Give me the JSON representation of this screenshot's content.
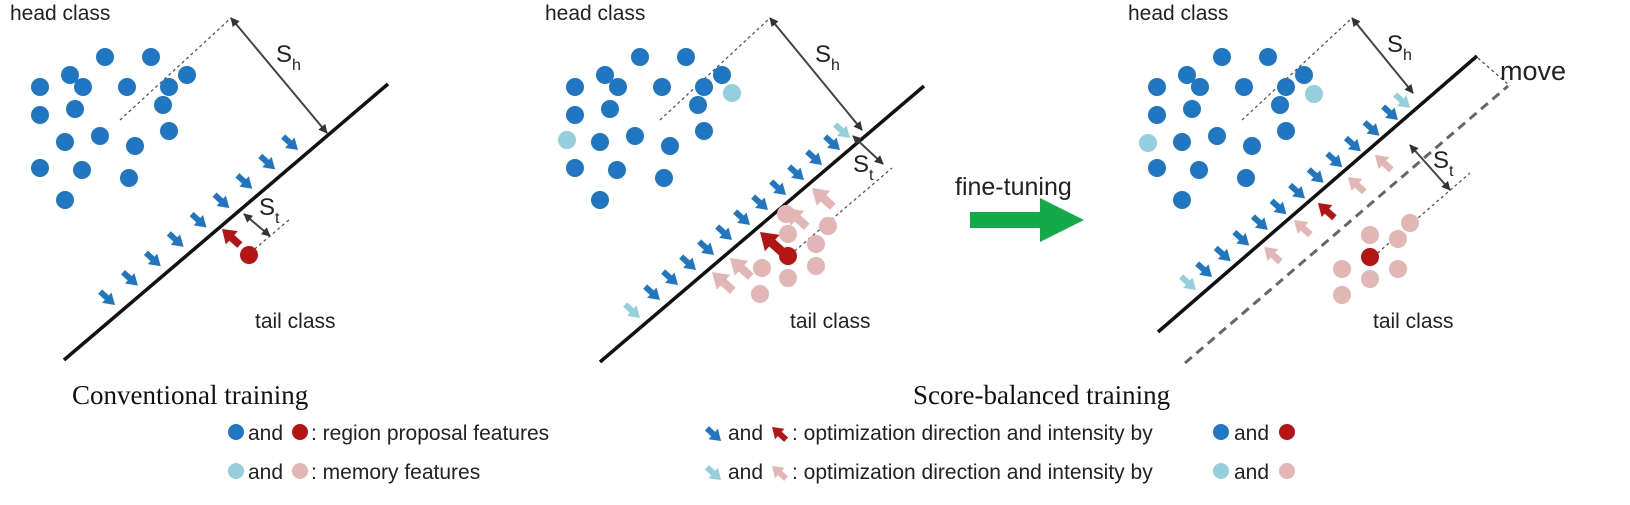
{
  "panels": [
    {
      "head_label": "head class",
      "tail_label": "tail class",
      "s_h_label": "S",
      "s_h_sub": "h",
      "s_t_label": "S",
      "s_t_sub": "t"
    },
    {
      "head_label": "head class",
      "tail_label": "tail class",
      "s_h_label": "S",
      "s_h_sub": "h",
      "s_t_label": "S",
      "s_t_sub": "t"
    },
    {
      "head_label": "head class",
      "tail_label": "tail class",
      "s_h_label": "S",
      "s_h_sub": "h",
      "s_t_label": "S",
      "s_t_sub": "t",
      "move_label": "move"
    }
  ],
  "finetune_label": "fine-tuning",
  "captions": {
    "left": "Conventional training",
    "right": "Score-balanced training"
  },
  "legend": {
    "and": "and",
    "region": ": region proposal features",
    "memory": ": memory features",
    "optim": ": optimization direction and intensity by"
  },
  "colors": {
    "head": "#1f77c4",
    "tail": "#b51414",
    "head_memory": "#93cfdc",
    "tail_memory": "#e3b6b6",
    "arrow_green": "#13aa4a",
    "line": "#111111",
    "dashed": "#666666"
  }
}
